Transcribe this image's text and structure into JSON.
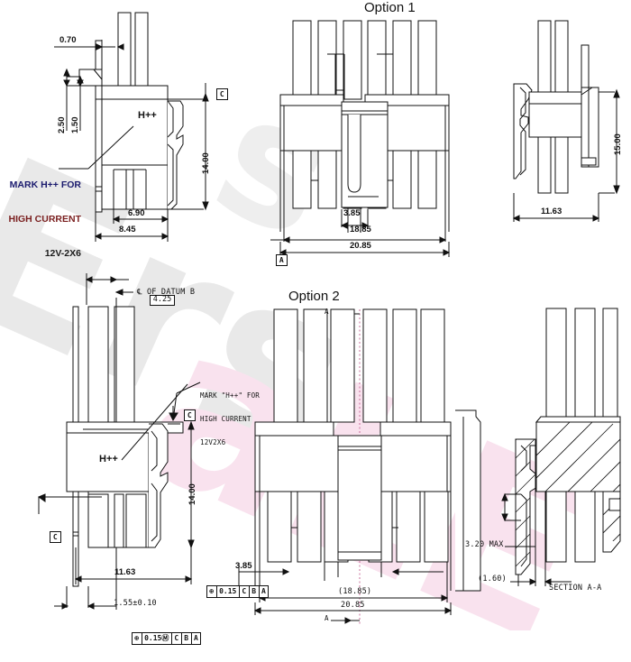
{
  "sheet": {
    "title_option_1": "Option 1",
    "title_option_2": "Option 2",
    "section_label": "SECTION A-A"
  },
  "watermark": {
    "text_a": "Ersa",
    "text_b": "LE",
    "color_gray": "#e8e8e8",
    "color_pink": "#f7dce8"
  },
  "notes": {
    "top_left": {
      "line1": "MARK H++ FOR",
      "line2": "HIGH CURRENT",
      "line3": "12V-2X6"
    },
    "bottom_left": {
      "line1": "MARK \"H++\" FOR",
      "line2": "HIGH CURRENT",
      "line3": "12V2X6"
    },
    "datum_b_note": "℄ OF DATUM B",
    "mark_text": "H++"
  },
  "dims": {
    "d_0_70": "0.70",
    "d_2_50": "2.50",
    "d_1_50": "1.50",
    "d_6_90": "6.90",
    "d_8_45": "8.45",
    "d_14_00": "14.00",
    "d_3_85": "3.85",
    "d_18_85": "18.85",
    "d_20_85": "20.85",
    "d_11_63": "11.63",
    "d_15_00": "15.00",
    "d_4_25": "4.25",
    "d_14_00_b": "14.00",
    "d_11_63_b": "11.63",
    "d_1_55": "1.55±0.10",
    "d_3_85_b": "3.85",
    "d_18_85_b": "(18.85)",
    "d_20_85_b": "20.85",
    "d_3_20_max": "3.20 MAX",
    "d_1_60": "(1.60)"
  },
  "datums": {
    "a": "A",
    "b": "B",
    "c": "C",
    "c2": "C",
    "c3": "C",
    "a_section_top": "A",
    "a_section_bottom": "A"
  },
  "fcf": {
    "upper": {
      "sym": "⊕",
      "tol": "0.15",
      "ref1": "C",
      "ref2": "B",
      "ref3": "A"
    },
    "lower": {
      "sym": "⊕",
      "tol": "0.15Ⓜ",
      "ref1": "C",
      "ref2": "B",
      "ref3": "A"
    }
  }
}
